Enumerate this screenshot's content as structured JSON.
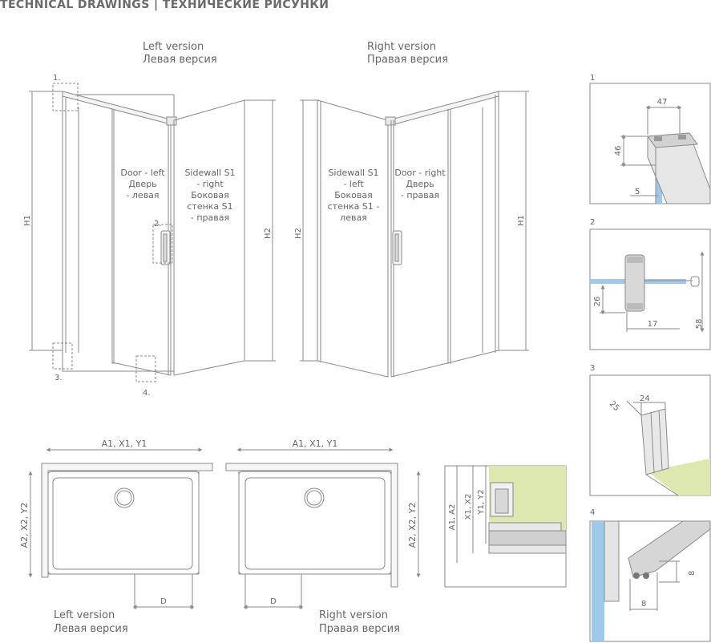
{
  "header": {
    "title": "TECHNICAL DRAWINGS  |  ТЕХНИЧЕСКИЕ РИСУНКИ"
  },
  "elevation": {
    "left_version": {
      "en": "Left version",
      "ru": "Левая версия"
    },
    "right_version": {
      "en": "Right version",
      "ru": "Правая версия"
    },
    "door_left": [
      "Door - left",
      "Дверь",
      "- левая"
    ],
    "sidewall_right": [
      "Sidewall S1",
      "- right",
      "Боковая",
      "стенка S1",
      "- правая"
    ],
    "sidewall_left": [
      "Sidewall S1",
      "- left",
      "Боковая",
      "стенка S1 -",
      "левая"
    ],
    "door_right": [
      "Door - right",
      "Дверь",
      "- правая"
    ],
    "h1": "H1",
    "h2": "H2",
    "callouts": [
      "1.",
      "2.",
      "3.",
      "4."
    ]
  },
  "plan": {
    "width_label": "A1, X1, Y1",
    "depth_label": "A2, X2, Y2",
    "d_label": "D",
    "left_version": {
      "en": "Left version",
      "ru": "Левая версия"
    },
    "right_version": {
      "en": "Right version",
      "ru": "Правая версия"
    }
  },
  "detail_plan": {
    "a_label": "A1, A2",
    "x_label": "X1, X2",
    "y_label": "Y1, Y2"
  },
  "details": [
    {
      "num": "1",
      "dims": [
        "47",
        "46",
        "5"
      ]
    },
    {
      "num": "2",
      "dims": [
        "26",
        "17",
        "58"
      ]
    },
    {
      "num": "3",
      "dims": [
        "25",
        "24"
      ]
    },
    {
      "num": "4",
      "dims": [
        "8",
        "8"
      ]
    }
  ],
  "colors": {
    "line": "#8a8a8a",
    "glass": "#9ec9ea",
    "floor": "#dde7b0",
    "frame": "#b8b8b8"
  }
}
